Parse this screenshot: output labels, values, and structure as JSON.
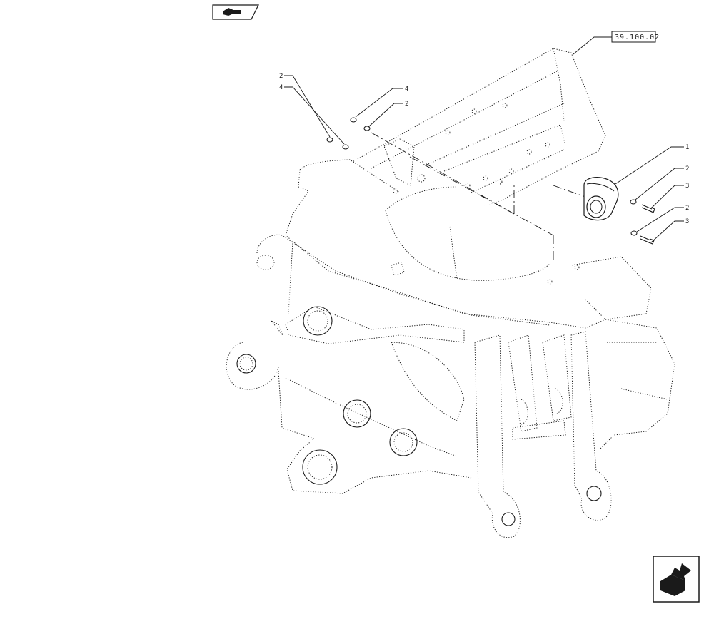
{
  "diagram": {
    "reference_tag": "39.100.02",
    "callouts": [
      {
        "id": "c-top-left-1",
        "text": "2"
      },
      {
        "id": "c-top-left-2",
        "text": "4"
      },
      {
        "id": "c-top-mid-1",
        "text": "4"
      },
      {
        "id": "c-top-mid-2",
        "text": "2"
      },
      {
        "id": "c-right-1",
        "text": "1"
      },
      {
        "id": "c-right-2",
        "text": "2"
      },
      {
        "id": "c-right-3",
        "text": "3"
      },
      {
        "id": "c-right-4",
        "text": "2"
      },
      {
        "id": "c-right-5",
        "text": "3"
      }
    ]
  },
  "icons": {
    "top_nav": "previous-page-icon",
    "bottom_nav": "next-page-icon"
  }
}
